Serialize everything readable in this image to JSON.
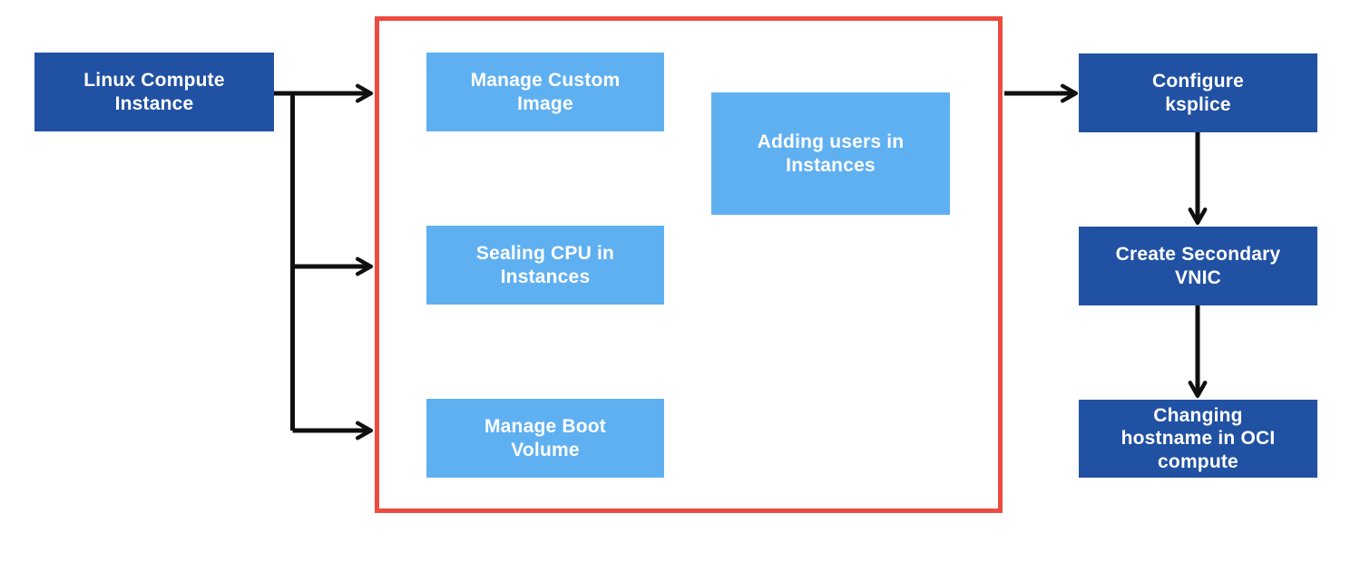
{
  "diagram": {
    "type": "flowchart",
    "background": "#ffffff",
    "colors": {
      "dark_blue": "#2151a3",
      "light_blue": "#5fb0f1",
      "red_border": "#ed4b40",
      "arrow_black": "#0f0f0f",
      "node_text": "#ffffff"
    },
    "nodes": {
      "linux_compute_instance": {
        "label": "Linux Compute\nInstance",
        "style": "dark"
      },
      "manage_custom_image": {
        "label": "Manage Custom\nImage",
        "style": "light"
      },
      "adding_users_in_instances": {
        "label": "Adding users in\nInstances",
        "style": "light"
      },
      "sealing_cpu_in_instances": {
        "label": "Sealing CPU in\nInstances",
        "style": "light"
      },
      "manage_boot_volume": {
        "label": "Manage Boot\nVolume",
        "style": "light"
      },
      "configure_ksplice": {
        "label": "Configure\nksplice",
        "style": "dark"
      },
      "create_secondary_vnic": {
        "label": "Create Secondary\nVNIC",
        "style": "dark"
      },
      "changing_hostname_in_oci_compute": {
        "label": "Changing\nhostname in OCI\ncompute",
        "style": "dark"
      }
    },
    "edges": [
      {
        "from": "linux_compute_instance",
        "to": "group_container",
        "branch": "top"
      },
      {
        "from": "linux_compute_instance",
        "to": "group_container",
        "branch": "middle"
      },
      {
        "from": "linux_compute_instance",
        "to": "group_container",
        "branch": "bottom"
      },
      {
        "from": "group_container",
        "to": "configure_ksplice"
      },
      {
        "from": "configure_ksplice",
        "to": "create_secondary_vnic"
      },
      {
        "from": "create_secondary_vnic",
        "to": "changing_hostname_in_oci_compute"
      }
    ]
  }
}
